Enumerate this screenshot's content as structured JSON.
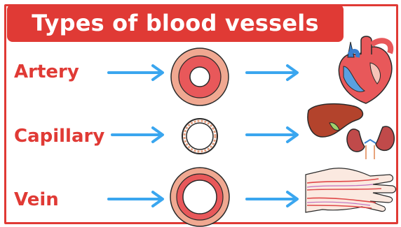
{
  "title": "Types of blood vessels",
  "rows": [
    {
      "label": "Artery",
      "organ_icon": "heart-icon"
    },
    {
      "label": "Capillary",
      "organ_icon": "liver-kidneys-icon"
    },
    {
      "label": "Vein",
      "organ_icon": "hand-vessels-icon"
    }
  ],
  "colors": {
    "accent": "#e03a35",
    "arrow": "#3aa6ef",
    "vessel_outer": "#f0a891",
    "vessel_inner": "#e8585a"
  }
}
